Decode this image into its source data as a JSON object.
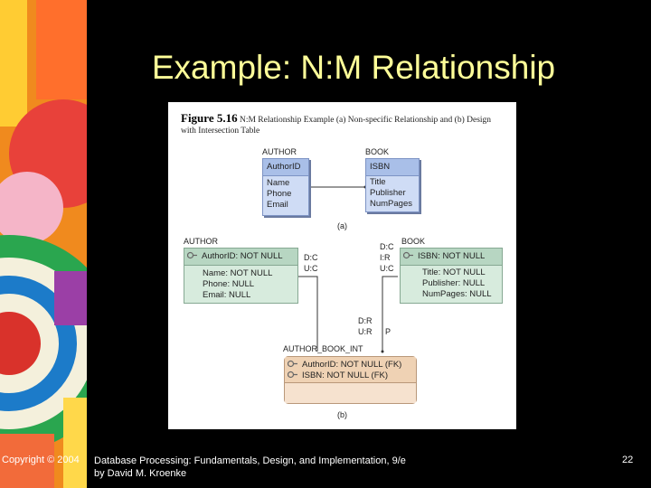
{
  "slide": {
    "title": "Example: N:M Relationship",
    "page_number": "22"
  },
  "footer": {
    "copyright": "Copyright © 2004",
    "line1": "Database Processing: Fundamentals, Design, and Implementation, 9/e",
    "line2": "by David M. Kroenke"
  },
  "figure": {
    "caption_number": "Figure 5.16",
    "caption_text": " N:M Relationship Example (a) Non-specific Relationship and (b) Design with Intersection Table",
    "part_a": {
      "label": "(a)",
      "author": {
        "name": "AUTHOR",
        "key": "AuthorID",
        "attributes": [
          "Name",
          "Phone",
          "Email"
        ]
      },
      "book": {
        "name": "BOOK",
        "key": "ISBN",
        "attributes": [
          "Title",
          "Publisher",
          "NumPages"
        ]
      }
    },
    "part_b": {
      "label": "(b)",
      "author": {
        "name": "AUTHOR",
        "key": "AuthorID: NOT NULL",
        "attributes": [
          "Name: NOT NULL",
          "Phone: NULL",
          "Email: NULL"
        ]
      },
      "book": {
        "name": "BOOK",
        "key": "ISBN: NOT NULL",
        "attributes": [
          "Title: NOT NULL",
          "Publisher: NULL",
          "NumPages: NULL"
        ]
      },
      "intersection": {
        "name": "AUTHOR_BOOK_INT",
        "keys": [
          "AuthorID: NOT NULL (FK)",
          "ISBN: NOT NULL (FK)"
        ]
      },
      "actions": {
        "author_side": [
          "D:C",
          "U:C"
        ],
        "book_side": [
          "D:C",
          "I:R",
          "U:C"
        ],
        "int_side": [
          "D:R",
          "U:R"
        ],
        "int_flag": "P"
      }
    }
  },
  "colors": {
    "title": "#ffff99",
    "blue_header": "#a9bfe8",
    "green_header": "#b7d6c2",
    "beige_header": "#efd2b4"
  }
}
